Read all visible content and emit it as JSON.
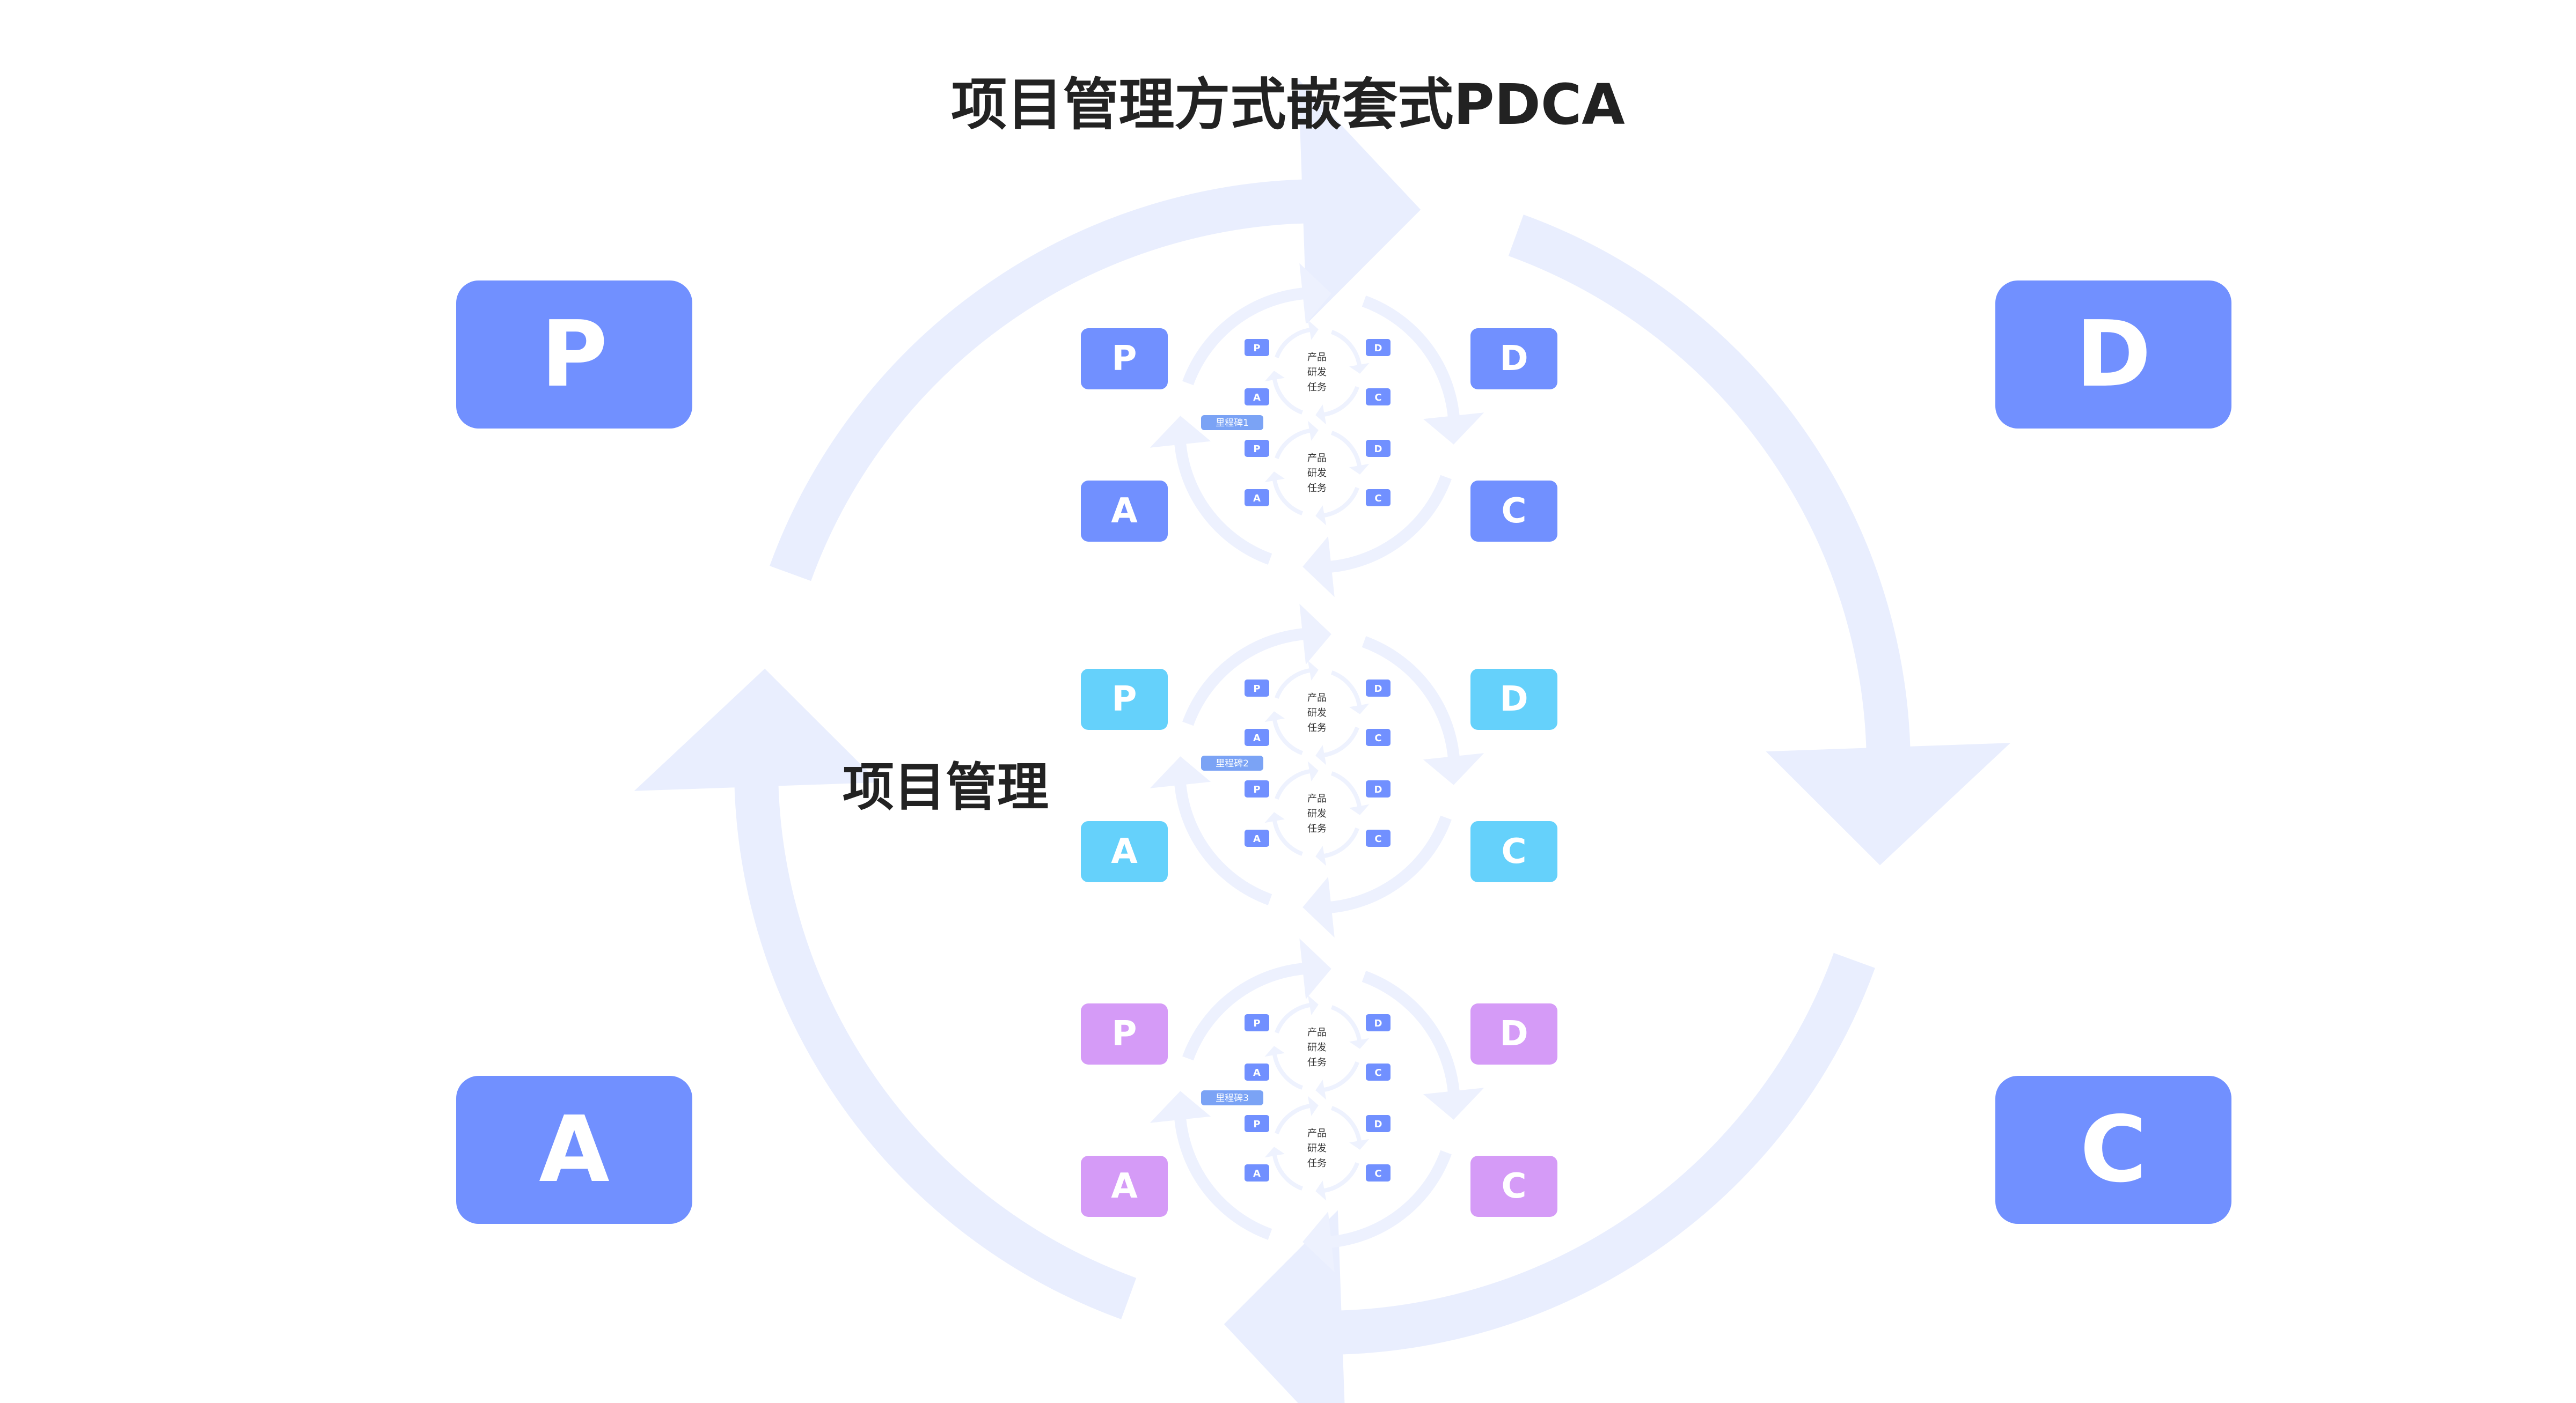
{
  "title": "项目管理方式嵌套式PDCA",
  "center_label": "项目管理",
  "outer": {
    "p": "P",
    "d": "D",
    "c": "C",
    "a": "A"
  },
  "colors": {
    "primary": "#7190FF",
    "cyan": "#65D1FB",
    "purple": "#D59BF7",
    "ring_outer": "#E9EEFE",
    "ring_inner": "#EDF1FE"
  },
  "modules": [
    {
      "milestone": "里程碑1",
      "color": "#7190FF",
      "labels": {
        "p": "P",
        "d": "D",
        "c": "C",
        "a": "A"
      },
      "tasks": [
        {
          "text": "产品研发任务",
          "p": "P",
          "d": "D",
          "c": "C",
          "a": "A"
        },
        {
          "text": "产品研发任务",
          "p": "P",
          "d": "D",
          "c": "C",
          "a": "A"
        }
      ]
    },
    {
      "milestone": "里程碑2",
      "color": "#65D1FB",
      "labels": {
        "p": "P",
        "d": "D",
        "c": "C",
        "a": "A"
      },
      "tasks": [
        {
          "text": "产品研发任务",
          "p": "P",
          "d": "D",
          "c": "C",
          "a": "A"
        },
        {
          "text": "产品研发任务",
          "p": "P",
          "d": "D",
          "c": "C",
          "a": "A"
        }
      ]
    },
    {
      "milestone": "里程碑3",
      "color": "#D59BF7",
      "labels": {
        "p": "P",
        "d": "D",
        "c": "C",
        "a": "A"
      },
      "tasks": [
        {
          "text": "产品研发任务",
          "p": "P",
          "d": "D",
          "c": "C",
          "a": "A"
        },
        {
          "text": "产品研发任务",
          "p": "P",
          "d": "D",
          "c": "C",
          "a": "A"
        }
      ]
    }
  ]
}
